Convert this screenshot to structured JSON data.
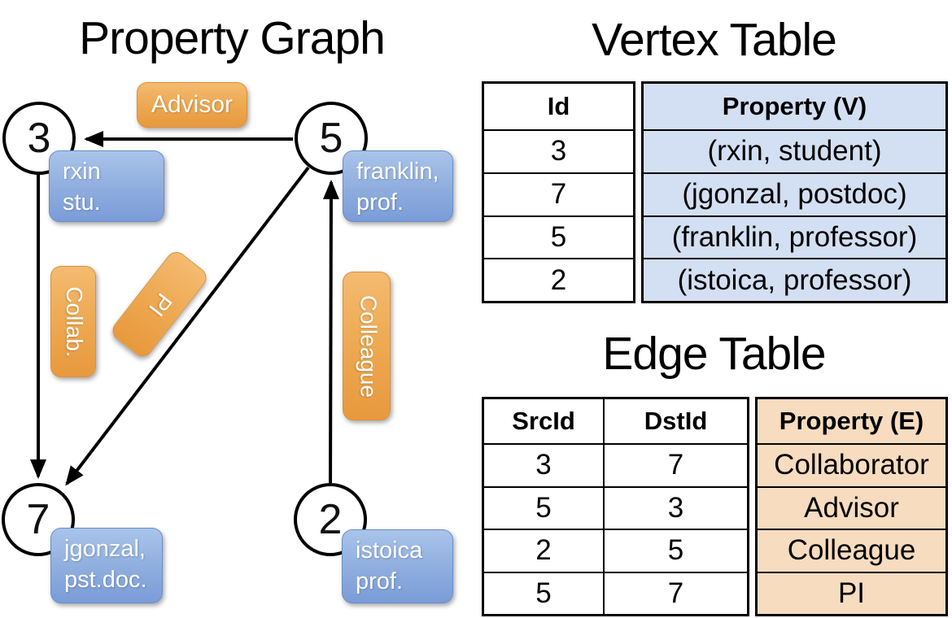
{
  "slide": {
    "graph_title": "Property Graph",
    "vertex_table_title": "Vertex Table",
    "edge_table_title": "Edge Table"
  },
  "graph": {
    "nodes": [
      {
        "id": "3",
        "property": [
          "rxin",
          "stu."
        ]
      },
      {
        "id": "5",
        "property": [
          "franklin,",
          "prof."
        ]
      },
      {
        "id": "7",
        "property": [
          "jgonzal,",
          "pst.doc."
        ]
      },
      {
        "id": "2",
        "property": [
          "istoica",
          "prof."
        ]
      }
    ],
    "edge_labels": {
      "advisor": "Advisor",
      "collab": "Collab.",
      "pi": "PI",
      "colleague": "Colleague"
    }
  },
  "vertex_table": {
    "columns": [
      "Id",
      "Property (V)"
    ],
    "rows": [
      [
        "3",
        "(rxin, student)"
      ],
      [
        "7",
        "(jgonzal, postdoc)"
      ],
      [
        "5",
        "(franklin, professor)"
      ],
      [
        "2",
        "(istoica, professor)"
      ]
    ]
  },
  "edge_table": {
    "columns": [
      "SrcId",
      "DstId",
      "Property (E)"
    ],
    "rows": [
      [
        "3",
        "7",
        "Collaborator"
      ],
      [
        "5",
        "3",
        "Advisor"
      ],
      [
        "2",
        "5",
        "Colleague"
      ],
      [
        "5",
        "7",
        "PI"
      ]
    ]
  },
  "colors": {
    "edge_pill_top": "#f4bb70",
    "edge_pill_bottom": "#e8993e",
    "edge_pill_border": "#d8913c",
    "vertex_box_top": "#a9c4ea",
    "vertex_box_bottom": "#7a9cd8",
    "vertex_box_border": "#6b8cc9",
    "vertex_table_fill": "#d3dff2",
    "edge_table_fill": "#f7dcbf",
    "line": "#000000"
  }
}
